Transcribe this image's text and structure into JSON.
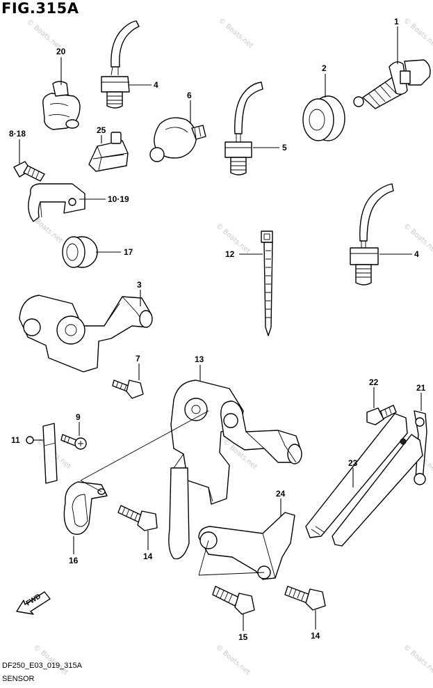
{
  "figure": {
    "title": "FIG.315A",
    "code": "DF250_E03_019_315A",
    "subtitle": "SENSOR"
  },
  "watermark": "© Boats.net",
  "fwd_label": "FWD",
  "callouts": [
    {
      "id": "c1",
      "label": "1"
    },
    {
      "id": "c2",
      "label": "2"
    },
    {
      "id": "c3",
      "label": "3"
    },
    {
      "id": "c4a",
      "label": "4"
    },
    {
      "id": "c4b",
      "label": "4"
    },
    {
      "id": "c5",
      "label": "5"
    },
    {
      "id": "c6",
      "label": "6"
    },
    {
      "id": "c7",
      "label": "7"
    },
    {
      "id": "c818",
      "label": "8·18"
    },
    {
      "id": "c9",
      "label": "9"
    },
    {
      "id": "c1019",
      "label": "10·19"
    },
    {
      "id": "c11",
      "label": "11"
    },
    {
      "id": "c12",
      "label": "12"
    },
    {
      "id": "c13",
      "label": "13"
    },
    {
      "id": "c14a",
      "label": "14"
    },
    {
      "id": "c14b",
      "label": "14"
    },
    {
      "id": "c15",
      "label": "15"
    },
    {
      "id": "c16",
      "label": "16"
    },
    {
      "id": "c17",
      "label": "17"
    },
    {
      "id": "c20",
      "label": "20"
    },
    {
      "id": "c21",
      "label": "21"
    },
    {
      "id": "c22",
      "label": "22"
    },
    {
      "id": "c23",
      "label": "23"
    },
    {
      "id": "c24",
      "label": "24"
    },
    {
      "id": "c25",
      "label": "25"
    }
  ]
}
